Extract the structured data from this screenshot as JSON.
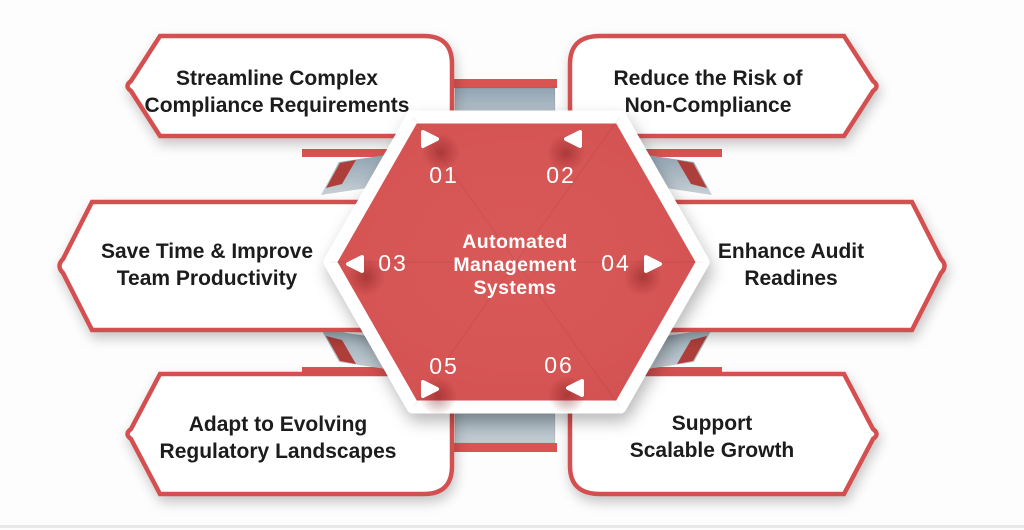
{
  "diagram": {
    "title": "Automated Management Systems",
    "center": {
      "line1": "Automated",
      "line2": "Management",
      "line3": "Systems"
    },
    "items": [
      {
        "number": "01",
        "position": "top-left",
        "arrow_direction": "right",
        "line1": "Streamline Complex",
        "line2": "Compliance Requirements"
      },
      {
        "number": "02",
        "position": "top-right",
        "arrow_direction": "left",
        "line1": "Reduce the Risk of",
        "line2": "Non-Compliance"
      },
      {
        "number": "03",
        "position": "middle-left",
        "arrow_direction": "left",
        "line1": "Save Time & Improve",
        "line2": "Team Productivity"
      },
      {
        "number": "04",
        "position": "middle-right",
        "arrow_direction": "right",
        "line1": "Enhance Audit",
        "line2": "Readines"
      },
      {
        "number": "05",
        "position": "bottom-left",
        "arrow_direction": "right",
        "line1": "Adapt to Evolving",
        "line2": "Regulatory Landscapes"
      },
      {
        "number": "06",
        "position": "bottom-right",
        "arrow_direction": "left",
        "line1": "Support",
        "line2": "Scalable Growth"
      }
    ]
  },
  "colors": {
    "hexagon_red": "#d65252",
    "border_red": "#d4504f",
    "strip_red": "#d95352",
    "accent_dark_red": "#ae3e3a",
    "connector_gray_dark": "#93a5b2",
    "connector_gray_light": "#c6cfd5",
    "text_dark": "#1b1b1d",
    "text_white": "#ffffff",
    "background": "#fdfdfd"
  }
}
